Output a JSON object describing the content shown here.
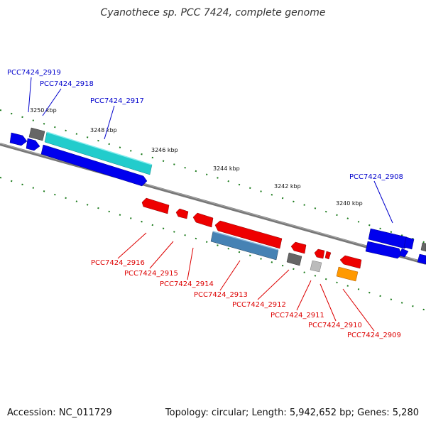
{
  "title": "Cyanothece sp. PCC 7424, complete genome",
  "footer": {
    "accession": "Accession: NC_011729",
    "summary": "Topology: circular; Length: 5,942,652 bp; Genes: 5,280"
  },
  "colors": {
    "forward_label": "#0000cc",
    "reverse_label": "#dd0000",
    "backbone": "#777777",
    "tick": "#1a7a1a",
    "blue_gene": "#0000ee",
    "cyan_gene": "#22cccc",
    "red_gene": "#ee0000",
    "steel_gene": "#4682b4",
    "gray_gene": "#666666",
    "lightgray_gene": "#bbbbbb",
    "orange_gene": "#ff9900"
  },
  "scale_labels": [
    "3250 kbp",
    "3248 kbp",
    "3246 kbp",
    "3244 kbp",
    "3242 kbp",
    "3240 kbp"
  ],
  "forward_genes": [
    {
      "id": "g2919",
      "label": "PCC7424_2919"
    },
    {
      "id": "g2918",
      "label": "PCC7424_2918"
    },
    {
      "id": "g2917",
      "label": "PCC7424_2917"
    },
    {
      "id": "g2908",
      "label": "PCC7424_2908"
    }
  ],
  "reverse_genes": [
    {
      "id": "g2916",
      "label": "PCC7424_2916"
    },
    {
      "id": "g2915",
      "label": "PCC7424_2915"
    },
    {
      "id": "g2914",
      "label": "PCC7424_2914"
    },
    {
      "id": "g2913",
      "label": "PCC7424_2913"
    },
    {
      "id": "g2912",
      "label": "PCC7424_2912"
    },
    {
      "id": "g2911",
      "label": "PCC7424_2911"
    },
    {
      "id": "g2910",
      "label": "PCC7424_2910"
    },
    {
      "id": "g2909",
      "label": "PCC7424_2909"
    }
  ]
}
